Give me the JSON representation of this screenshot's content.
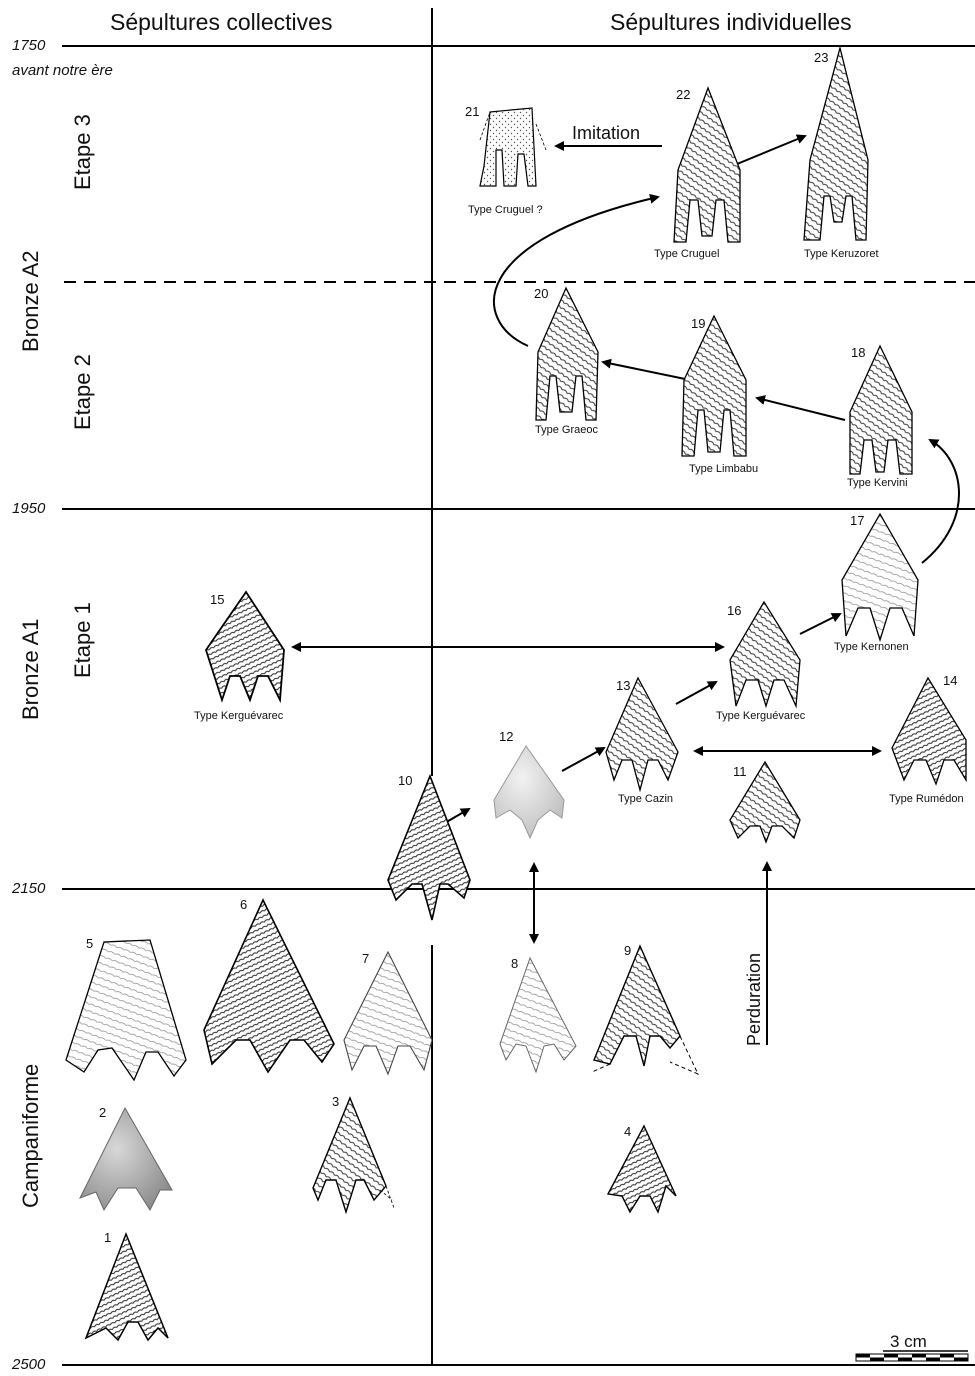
{
  "headers": {
    "left": "Sépultures collectives",
    "right": "Sépultures individuelles"
  },
  "dates": {
    "d1750": "1750",
    "d1750_sub": "avant notre ère",
    "d1950": "1950",
    "d2150": "2150",
    "d2500": "2500"
  },
  "periods": {
    "bronze_a2": "Bronze A2",
    "bronze_a1": "Bronze A1",
    "campaniforme": "Campaniforme",
    "etape3": "Etape 3",
    "etape2": "Etape 2",
    "etape1": "Etape 1"
  },
  "arrow_labels": {
    "imitation": "Imitation",
    "perduration": "Perduration"
  },
  "scale_label": "3 cm",
  "artifacts": [
    {
      "id": "1",
      "type": ""
    },
    {
      "id": "2",
      "type": ""
    },
    {
      "id": "3",
      "type": ""
    },
    {
      "id": "4",
      "type": ""
    },
    {
      "id": "5",
      "type": ""
    },
    {
      "id": "6",
      "type": ""
    },
    {
      "id": "7",
      "type": ""
    },
    {
      "id": "8",
      "type": ""
    },
    {
      "id": "9",
      "type": ""
    },
    {
      "id": "10",
      "type": ""
    },
    {
      "id": "11",
      "type": ""
    },
    {
      "id": "12",
      "type": ""
    },
    {
      "id": "13",
      "type": "Type Cazin"
    },
    {
      "id": "14",
      "type": "Type Rumédon"
    },
    {
      "id": "15",
      "type": "Type Kerguévarec"
    },
    {
      "id": "16",
      "type": "Type  Kerguévarec"
    },
    {
      "id": "17",
      "type": "Type  Kernonen"
    },
    {
      "id": "18",
      "type": "Type Kervini"
    },
    {
      "id": "19",
      "type": "Type Limbabu"
    },
    {
      "id": "20",
      "type": "Type Graeoc"
    },
    {
      "id": "21",
      "type": "Type Cruguel ?"
    },
    {
      "id": "22",
      "type": "Type Cruguel"
    },
    {
      "id": "23",
      "type": "Type Keruzoret"
    }
  ]
}
